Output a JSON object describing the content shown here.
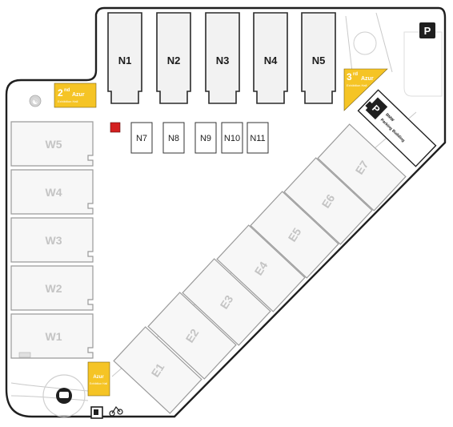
{
  "halls_north": [
    {
      "id": "N1",
      "label": "N1"
    },
    {
      "id": "N2",
      "label": "N2"
    },
    {
      "id": "N3",
      "label": "N3"
    },
    {
      "id": "N4",
      "label": "N4"
    },
    {
      "id": "N5",
      "label": "N5"
    }
  ],
  "halls_west": [
    {
      "id": "W5",
      "label": "W5"
    },
    {
      "id": "W4",
      "label": "W4"
    },
    {
      "id": "W3",
      "label": "W3"
    },
    {
      "id": "W2",
      "label": "W2"
    },
    {
      "id": "W1",
      "label": "W1"
    }
  ],
  "halls_east": [
    {
      "id": "E1",
      "label": "E1"
    },
    {
      "id": "E2",
      "label": "E2"
    },
    {
      "id": "E3",
      "label": "E3"
    },
    {
      "id": "E4",
      "label": "E4"
    },
    {
      "id": "E5",
      "label": "E5"
    },
    {
      "id": "E6",
      "label": "E6"
    },
    {
      "id": "E7",
      "label": "E7"
    }
  ],
  "booths": [
    {
      "id": "N7",
      "label": "N7"
    },
    {
      "id": "N8",
      "label": "N8"
    },
    {
      "id": "N9",
      "label": "N9"
    },
    {
      "id": "N10",
      "label": "N10"
    },
    {
      "id": "N11",
      "label": "N11"
    }
  ],
  "entrances": {
    "north": {
      "number": "2",
      "suffix": "nd",
      "word": "Azur",
      "sub": "Exhibition Hall"
    },
    "east": {
      "number": "3",
      "suffix": "rd",
      "word": "Azur",
      "sub": "Exhibition Hall"
    },
    "south": {
      "word": "Azur",
      "sub": "Exhibition Hall"
    }
  },
  "parking_building": {
    "title": "Parking Building",
    "prefix": "BMW"
  },
  "parking_sign": {
    "label": "P"
  },
  "colors": {
    "entrance": "#f5c425",
    "outline": "#1f1f1f",
    "hall_fill": "#f7f7f7",
    "marker_red": "#d32020",
    "label_gray": "#c4c4c4"
  }
}
